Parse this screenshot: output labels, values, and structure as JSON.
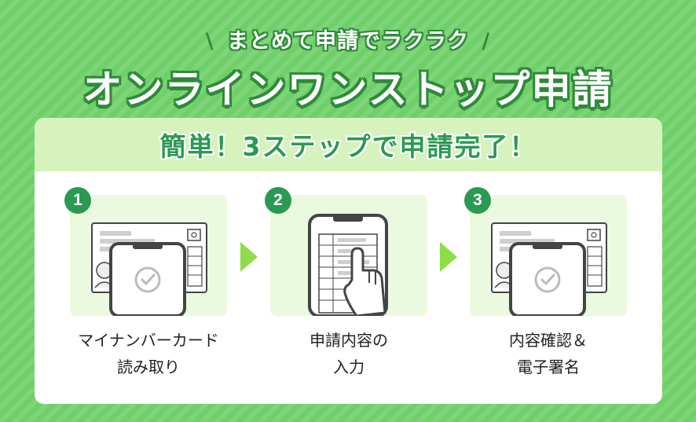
{
  "header": {
    "tagline_left": "\\",
    "tagline_text": "まとめて申請でラクラク",
    "tagline_right": "/",
    "title": "オンラインワンストップ申請"
  },
  "card": {
    "title": "簡単！3ステップで申請完了！",
    "steps": [
      {
        "number": "1",
        "label": "マイナンバーカード\n読み取り",
        "icon": "phone-on-id-card-check-icon"
      },
      {
        "number": "2",
        "label": "申請内容の\n入力",
        "icon": "phone-form-tap-icon"
      },
      {
        "number": "3",
        "label": "内容確認＆\n電子署名",
        "icon": "phone-on-id-card-check-icon"
      }
    ]
  },
  "colors": {
    "background": "#6fd06a",
    "accent": "#2a9a52",
    "panel_light": "#d6f2bd",
    "arrow": "#8fdc48"
  }
}
